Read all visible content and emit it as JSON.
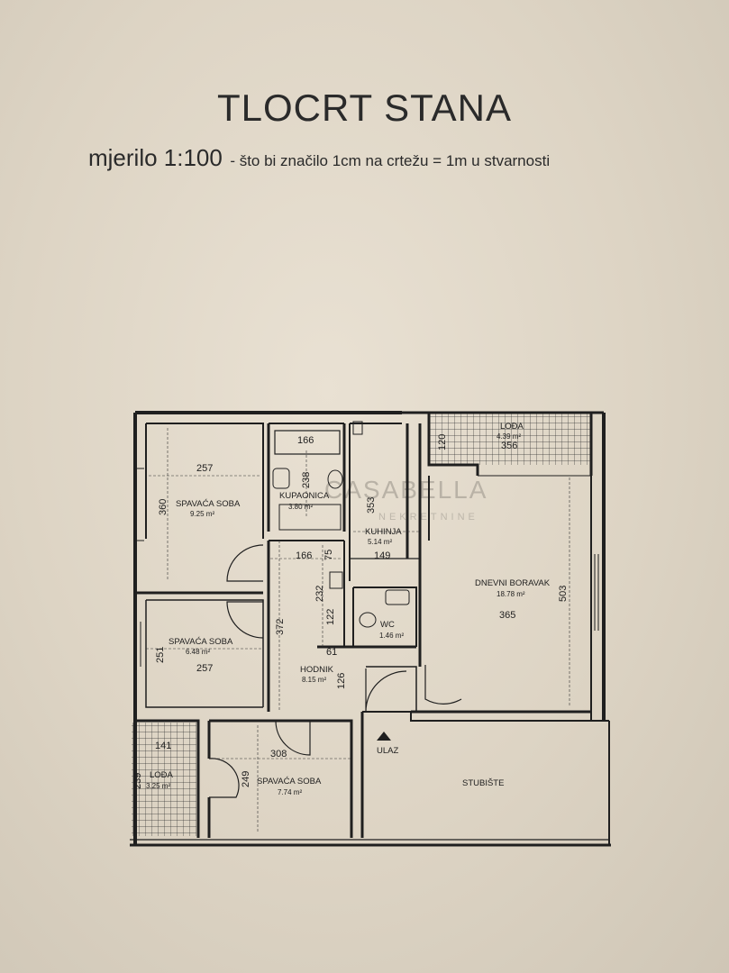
{
  "title": "TLOCRT STANA",
  "scale_label": "mjerilo 1:100",
  "scale_note": "- što bi značilo 1cm na crtežu = 1m u stvarnosti",
  "watermark": {
    "name": "CASABELLA",
    "subtitle": "NEKRETNINE"
  },
  "rooms": {
    "bedroom1": {
      "name": "SPAVAĆA SOBA",
      "area": "9.25 m²"
    },
    "bathroom": {
      "name": "KUPAONICA",
      "area": "3.80 m²"
    },
    "kitchen": {
      "name": "KUHINJA",
      "area": "5.14 m²"
    },
    "loggia1": {
      "name": "LOĐA",
      "area": "4.39 m²"
    },
    "living": {
      "name": "DNEVNI BORAVAK",
      "area": "18.78 m²"
    },
    "bedroom2": {
      "name": "SPAVAĆA SOBA",
      "area": "6.48 m²"
    },
    "wc": {
      "name": "WC",
      "area": "1.46 m²"
    },
    "hall": {
      "name": "HODNIK",
      "area": "8.15 m²"
    },
    "loggia2": {
      "name": "LOĐA",
      "area": "3.25 m²"
    },
    "bedroom3": {
      "name": "SPAVAĆA SOBA",
      "area": "7.74 m²"
    },
    "stairs": {
      "name": "STUBIŠTE"
    },
    "entrance": {
      "name": "ULAZ"
    }
  },
  "dimensions": {
    "bed1_width": "257",
    "bed1_height": "360",
    "bath_width": "166",
    "bath_height": "238",
    "kitchen_height": "353",
    "kitchen_width": "149",
    "loggia1_width": "356",
    "loggia1_depth": "120",
    "hall_top_width": "166",
    "hall_small": "75",
    "hall_height": "232",
    "hall_122": "122",
    "hall_372": "372",
    "hall_61": "61",
    "hall_126": "126",
    "living_height": "503",
    "living_width": "365",
    "bed2_height": "251",
    "bed2_width": "257",
    "loggia2_width": "141",
    "loggia2_depth": "239",
    "bed3_width": "308",
    "bed3_height": "249"
  }
}
